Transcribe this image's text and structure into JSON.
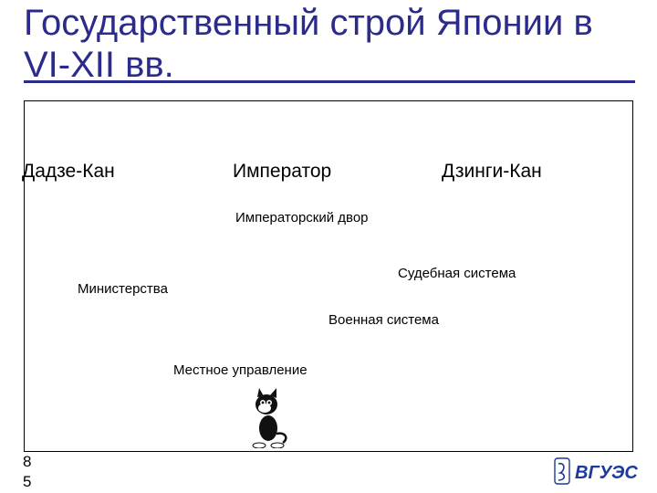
{
  "slide": {
    "title": "Государственный строй Японии в VI-XII вв.",
    "page_number": "85",
    "accent_color": "#2b2b8c"
  },
  "diagram": {
    "nodes": [
      {
        "key": "dadze",
        "label": "Дадзе-Кан"
      },
      {
        "key": "emperor",
        "label": "Император"
      },
      {
        "key": "dzingi",
        "label": "Дзинги-Кан"
      },
      {
        "key": "court",
        "label": "Императорский двор"
      },
      {
        "key": "judicial",
        "label": "Судебная система"
      },
      {
        "key": "ministries",
        "label": "Министерства"
      },
      {
        "key": "military",
        "label": "Военная система"
      },
      {
        "key": "local",
        "label": "Местное управление"
      }
    ]
  },
  "logo": {
    "text": "ВГУЭС",
    "icon": "vguess-logo-icon"
  },
  "illustration": {
    "icon": "cartoon-cat-icon"
  }
}
